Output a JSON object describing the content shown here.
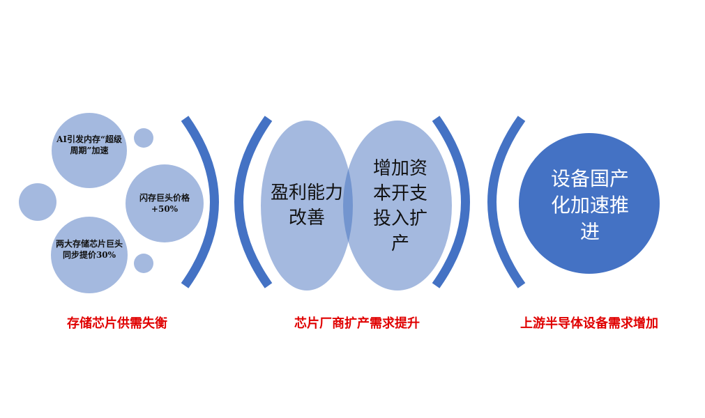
{
  "colors": {
    "light": "#a4b9df",
    "dark": "#4472c4",
    "overlap": "#7395cf",
    "label": "#e00000"
  },
  "group1": {
    "bubble_top": "AI引发内存“超级周期”加速",
    "bubble_right": "闪存巨头价格+50%",
    "bubble_bottom": "两大存储芯片巨头同步提价30%",
    "label": "存储芯片供需失衡"
  },
  "group2": {
    "left": "盈利能力改善",
    "right": "增加资本开支投入扩产",
    "label": "芯片厂商扩产需求提升"
  },
  "group3": {
    "circle": "设备国产化加速推进",
    "label": "上游半导体设备需求增加"
  }
}
